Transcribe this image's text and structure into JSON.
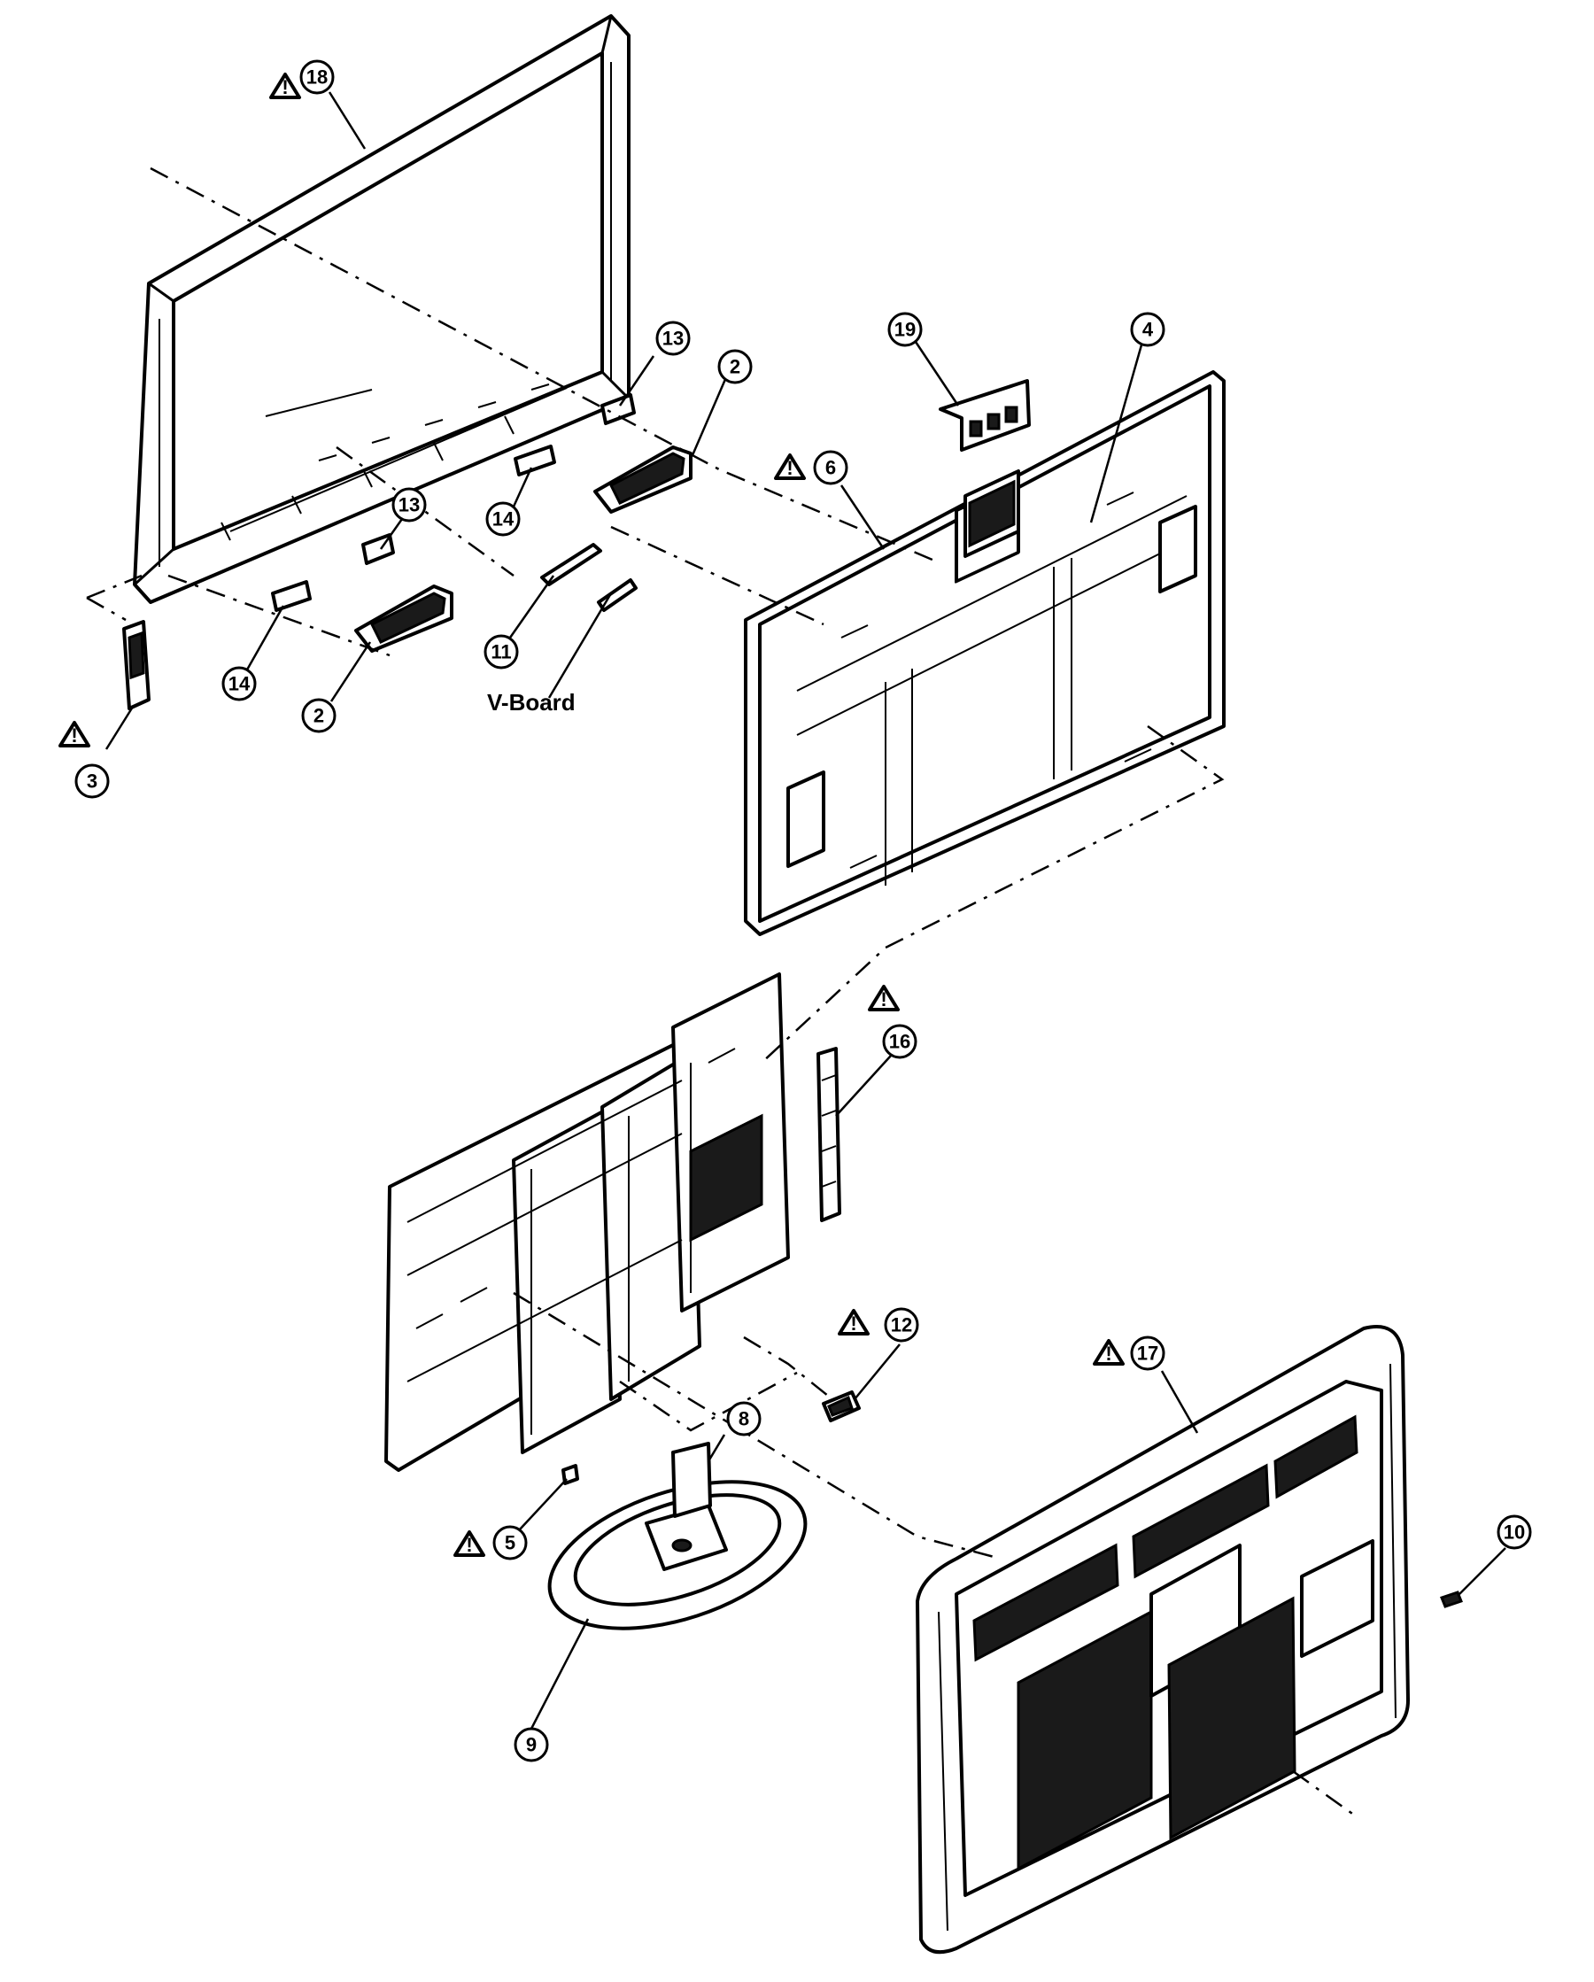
{
  "diagram": {
    "callouts": [
      {
        "id": "c18",
        "number": "18",
        "warning": true
      },
      {
        "id": "c13a",
        "number": "13",
        "warning": false
      },
      {
        "id": "c2a",
        "number": "2",
        "warning": false
      },
      {
        "id": "c19",
        "number": "19",
        "warning": false
      },
      {
        "id": "c4",
        "number": "4",
        "warning": false
      },
      {
        "id": "c6",
        "number": "6",
        "warning": true
      },
      {
        "id": "c14a",
        "number": "14",
        "warning": false
      },
      {
        "id": "c13b",
        "number": "13",
        "warning": false
      },
      {
        "id": "c11",
        "number": "11",
        "warning": false
      },
      {
        "id": "c14b",
        "number": "14",
        "warning": false
      },
      {
        "id": "c2b",
        "number": "2",
        "warning": false
      },
      {
        "id": "c3",
        "number": "3",
        "warning": true
      },
      {
        "id": "c16",
        "number": "16",
        "warning": true
      },
      {
        "id": "c12",
        "number": "12",
        "warning": true
      },
      {
        "id": "c17",
        "number": "17",
        "warning": true
      },
      {
        "id": "c8",
        "number": "8",
        "warning": false
      },
      {
        "id": "c5",
        "number": "5",
        "warning": true
      },
      {
        "id": "c9",
        "number": "9",
        "warning": false
      },
      {
        "id": "c10",
        "number": "10",
        "warning": false
      }
    ],
    "labels": {
      "v_board": "V-Board"
    },
    "warning_symbol": "!"
  }
}
